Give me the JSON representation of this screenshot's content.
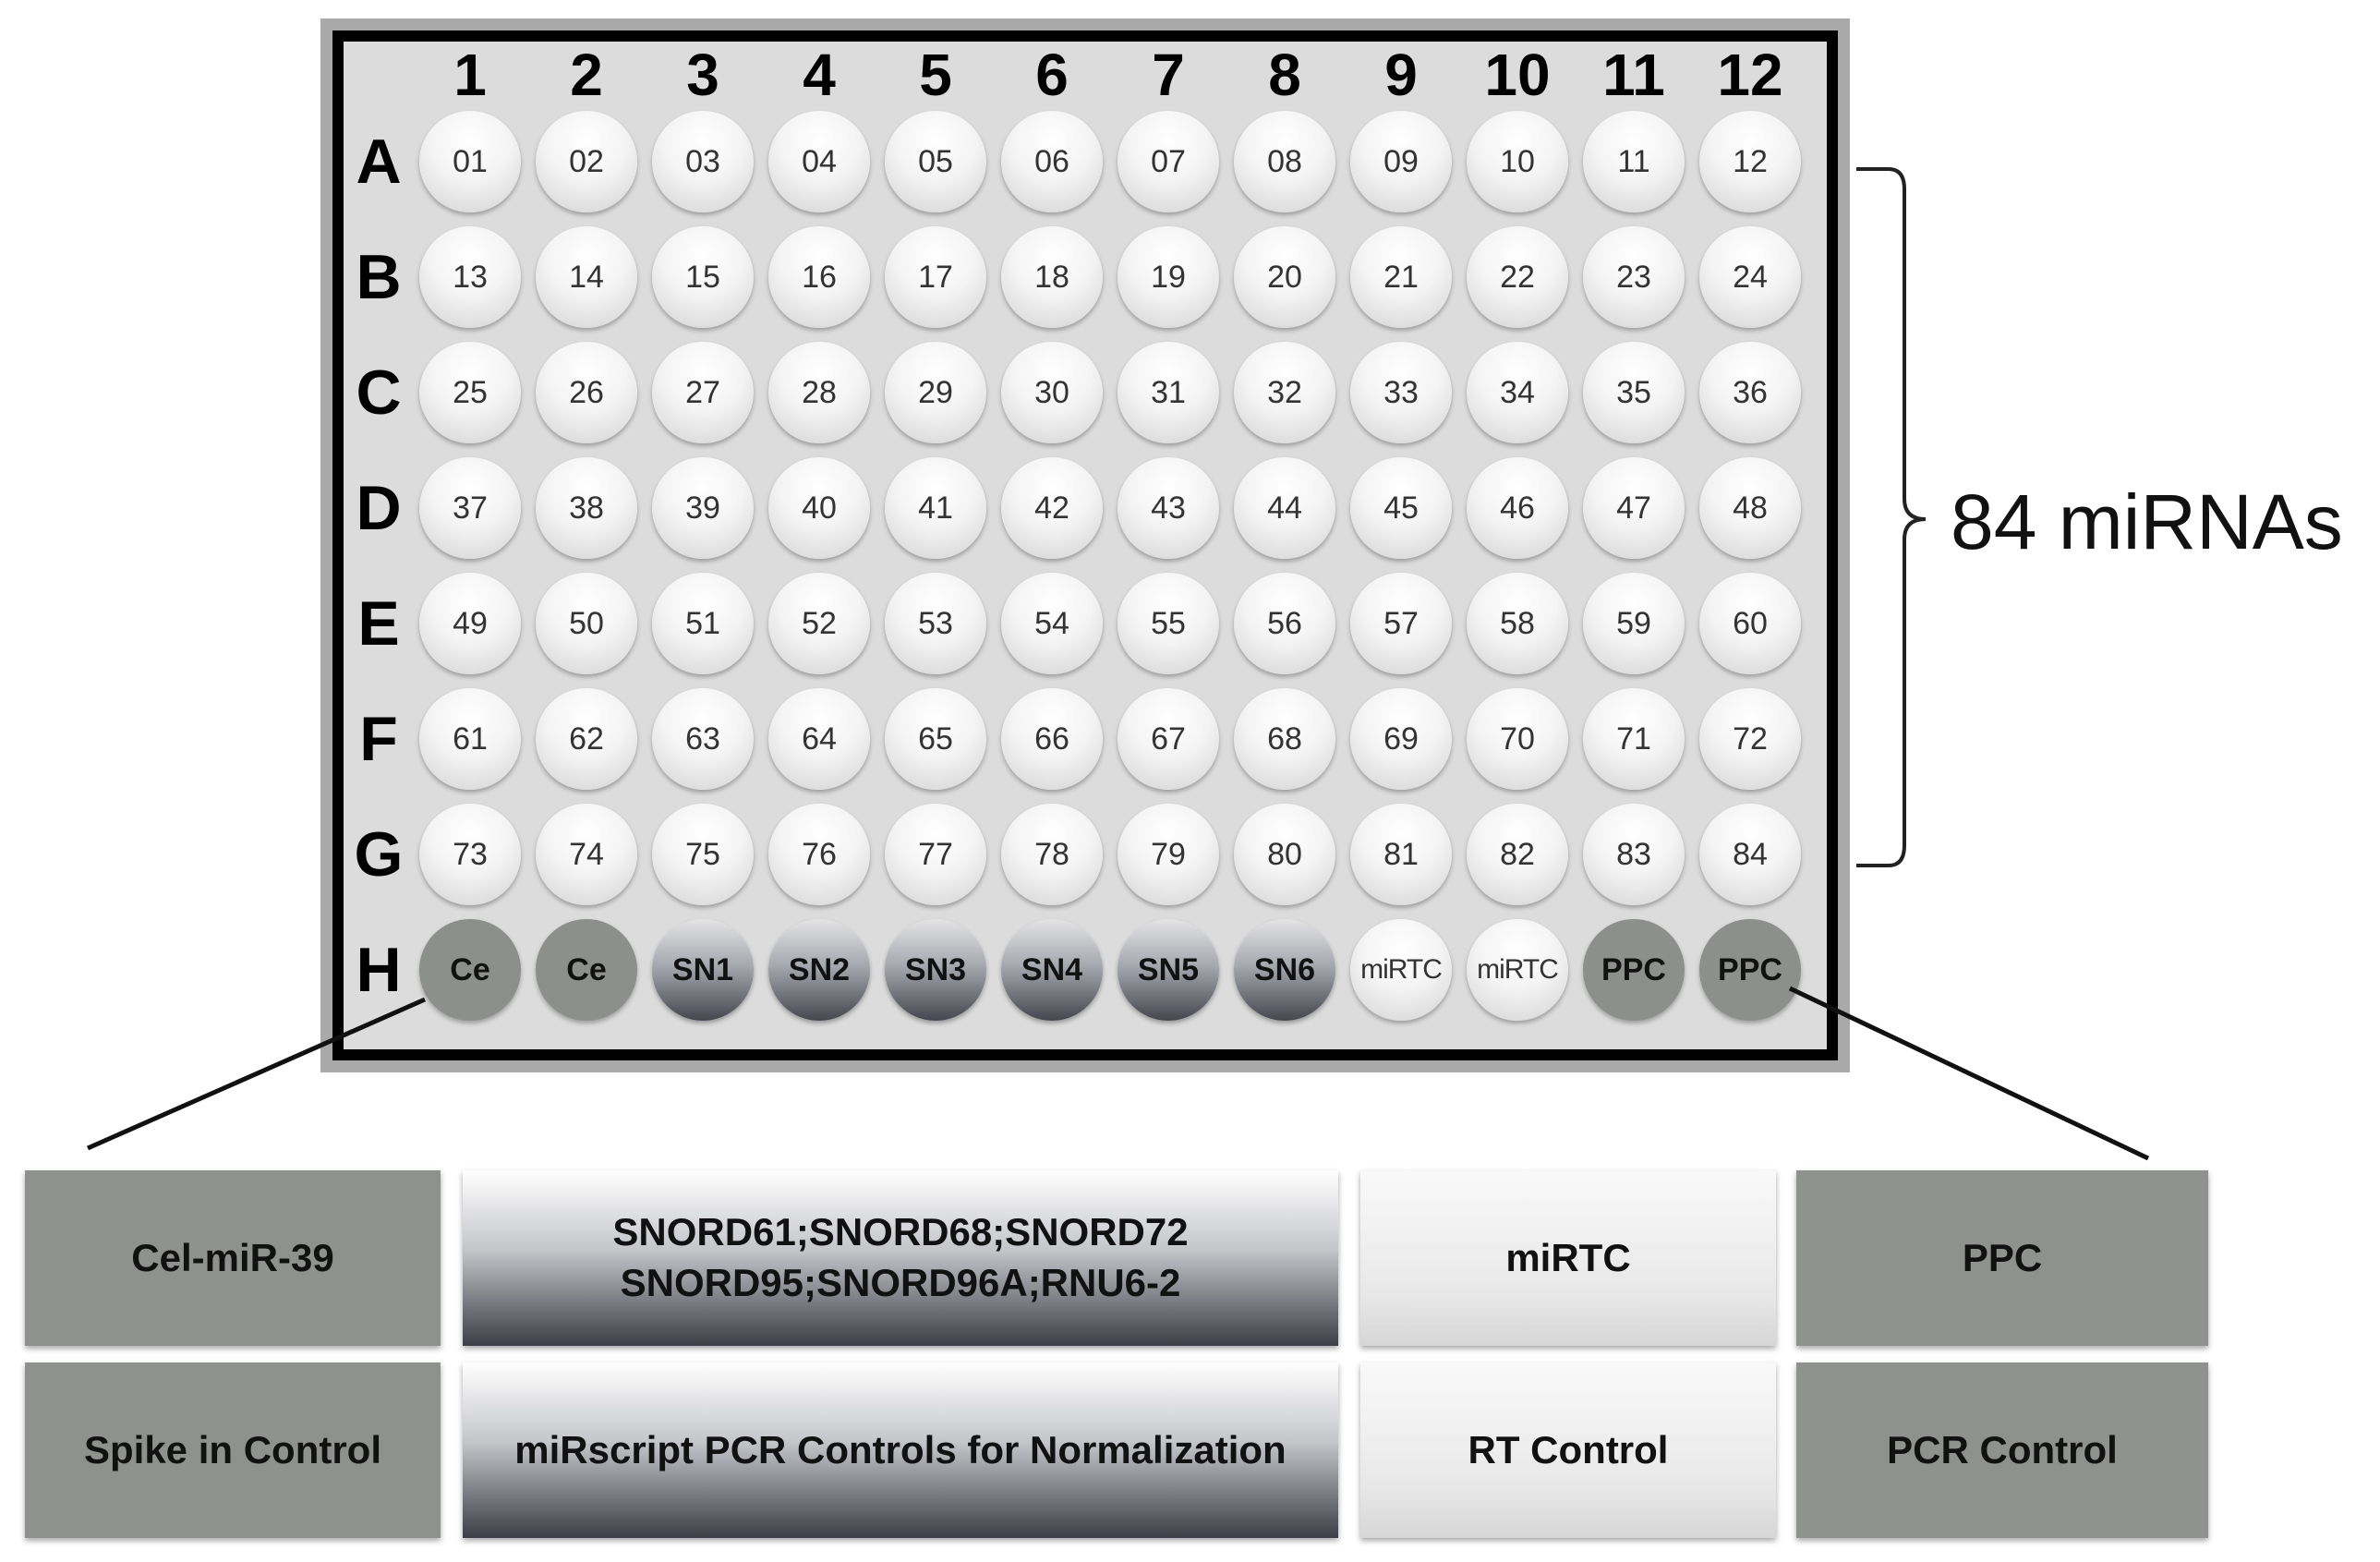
{
  "plate": {
    "columns": [
      "1",
      "2",
      "3",
      "4",
      "5",
      "6",
      "7",
      "8",
      "9",
      "10",
      "11",
      "12"
    ],
    "rows": [
      {
        "label": "A",
        "wells": [
          "01",
          "02",
          "03",
          "04",
          "05",
          "06",
          "07",
          "08",
          "09",
          "10",
          "11",
          "12"
        ]
      },
      {
        "label": "B",
        "wells": [
          "13",
          "14",
          "15",
          "16",
          "17",
          "18",
          "19",
          "20",
          "21",
          "22",
          "23",
          "24"
        ]
      },
      {
        "label": "C",
        "wells": [
          "25",
          "26",
          "27",
          "28",
          "29",
          "30",
          "31",
          "32",
          "33",
          "34",
          "35",
          "36"
        ]
      },
      {
        "label": "D",
        "wells": [
          "37",
          "38",
          "39",
          "40",
          "41",
          "42",
          "43",
          "44",
          "45",
          "46",
          "47",
          "48"
        ]
      },
      {
        "label": "E",
        "wells": [
          "49",
          "50",
          "51",
          "52",
          "53",
          "54",
          "55",
          "56",
          "57",
          "58",
          "59",
          "60"
        ]
      },
      {
        "label": "F",
        "wells": [
          "61",
          "62",
          "63",
          "64",
          "65",
          "66",
          "67",
          "68",
          "69",
          "70",
          "71",
          "72"
        ]
      },
      {
        "label": "G",
        "wells": [
          "73",
          "74",
          "75",
          "76",
          "77",
          "78",
          "79",
          "80",
          "81",
          "82",
          "83",
          "84"
        ]
      },
      {
        "label": "H",
        "wells": [
          "Ce",
          "Ce",
          "SN1",
          "SN2",
          "SN3",
          "SN4",
          "SN5",
          "SN6",
          "miRTC",
          "miRTC",
          "PPC",
          "PPC"
        ]
      }
    ],
    "h_row_styles": [
      "gray",
      "gray",
      "sn",
      "sn",
      "sn",
      "sn",
      "sn",
      "sn",
      "white",
      "white",
      "gray",
      "gray"
    ]
  },
  "bracket": {
    "label": "84 miRNAs"
  },
  "legend": {
    "row1": [
      {
        "lines": [
          "Cel-miR-39"
        ],
        "style": "gray"
      },
      {
        "lines": [
          "SNORD61;SNORD68;SNORD72",
          "SNORD95;SNORD96A;RNU6-2"
        ],
        "style": "grad"
      },
      {
        "lines": [
          "miRTC"
        ],
        "style": "light"
      },
      {
        "lines": [
          "PPC"
        ],
        "style": "gray"
      }
    ],
    "row2": [
      {
        "lines": [
          "Spike in Control"
        ],
        "style": "gray"
      },
      {
        "lines": [
          "miRscript PCR Controls for Normalization"
        ],
        "style": "grad"
      },
      {
        "lines": [
          "RT Control"
        ],
        "style": "light"
      },
      {
        "lines": [
          "PCR Control"
        ],
        "style": "gray"
      }
    ]
  },
  "colors": {
    "plate_frame": "#a9a9a9",
    "plate_border": "#000000",
    "plate_face": "#dcdcdc",
    "well_white": "#f4f4f4",
    "control_gray": "#8f918e",
    "normalization_dark": "#45464f"
  }
}
